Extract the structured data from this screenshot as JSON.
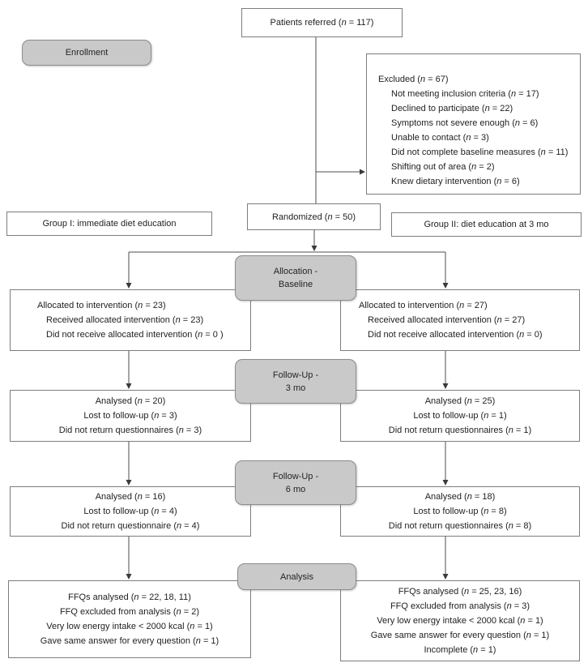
{
  "diagram": {
    "boxes": {
      "patients_referred": "Patients referred (n = 117)",
      "excluded_title": "Excluded (n = 67)",
      "excluded_items": [
        "Not meeting inclusion criteria (n = 17)",
        "Declined to participate (n = 22)",
        "Symptoms not severe enough (n = 6)",
        "Unable to contact (n = 3)",
        "Did not complete baseline measures (n = 11)",
        "Shifting out of area (n = 2)",
        "Knew dietary intervention (n = 6)"
      ],
      "group1": "Group I: immediate diet education",
      "randomized": "Randomized (n = 50)",
      "group2": "Group II: diet education at 3 mo",
      "alloc_left": [
        "Allocated to intervention (n = 23)",
        "Received allocated intervention (n = 23)",
        "Did not receive allocated intervention (n = 0 )"
      ],
      "alloc_right": [
        "Allocated to intervention (n = 27)",
        "Received allocated intervention (n = 27)",
        "Did not receive allocated intervention (n = 0)"
      ],
      "fu3_left": [
        "Analysed (n = 20)",
        "Lost to follow-up (n = 3)",
        "Did not return questionnaires (n = 3)"
      ],
      "fu3_right": [
        "Analysed (n = 25)",
        "Lost to follow-up (n = 1)",
        "Did not return questionnaires (n = 1)"
      ],
      "fu6_left": [
        "Analysed (n = 16)",
        "Lost to follow-up (n = 4)",
        "Did not return questionnaire (n = 4)"
      ],
      "fu6_right": [
        "Analysed (n = 18)",
        "Lost to follow-up (n = 8)",
        "Did not return questionnaires (n = 8)"
      ],
      "final_left": [
        "FFQs analysed (n = 22, 18, 11)",
        "FFQ excluded from analysis (n = 2)",
        "Very low energy intake < 2000 kcal (n = 1)",
        "Gave same answer for every question (n = 1)"
      ],
      "final_right": [
        "FFQs analysed (n = 25, 23, 16)",
        "FFQ excluded from analysis (n = 3)",
        "Very low energy intake < 2000 kcal (n = 1)",
        "Gave same answer for every question (n = 1)",
        "Incomplete (n = 1)"
      ]
    },
    "stages": {
      "enrollment": "Enrollment",
      "allocation_line1": "Allocation -",
      "allocation_line2": "Baseline",
      "fu3_line1": "Follow-Up -",
      "fu3_line2": "3 mo",
      "fu6_line1": "Follow-Up -",
      "fu6_line2": "6 mo",
      "analysis": "Analysis"
    },
    "colors": {
      "stage_fill": "#c9c9c9",
      "stage_border": "#8c8c8c",
      "box_border": "#7d7d7d",
      "connector": "#4d4d4d",
      "text": "#1f1f1f"
    }
  }
}
